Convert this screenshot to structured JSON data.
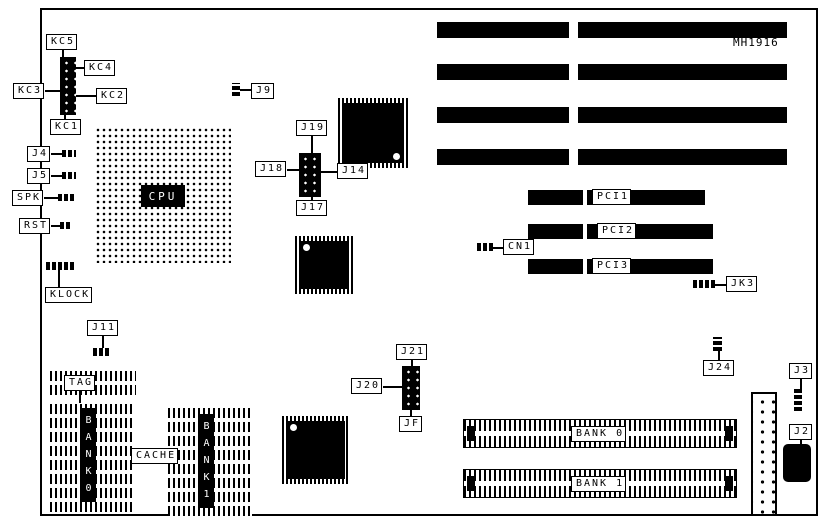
{
  "colors": {
    "ink": "#000000",
    "paper": "#ffffff"
  },
  "board": {
    "part_number": "MH1916",
    "cpu": "CPU",
    "tag": "TAG",
    "cache": "CACHE"
  },
  "labels": {
    "kc5": "KC5",
    "kc4": "KC4",
    "kc3": "KC3",
    "kc2": "KC2",
    "kc1": "KC1",
    "j4": "J4",
    "j5": "J5",
    "spk": "SPK",
    "rst": "RST",
    "klock": "KLOCK",
    "j9": "J9",
    "j19": "J19",
    "j18": "J18",
    "j14": "J14",
    "j17": "J17",
    "j11": "J11",
    "j21": "J21",
    "j20": "J20",
    "jf": "JF",
    "cn1": "CN1",
    "jk3": "JK3",
    "j24": "J24",
    "j3": "J3",
    "j2": "J2"
  },
  "slots": {
    "pci1": "PCI1",
    "pci2": "PCI2",
    "pci3": "PCI3",
    "mem_bank0": "BANK 0",
    "mem_bank1": "BANK 1",
    "cache_bank0": "BANK0",
    "cache_bank1": "BANK1"
  }
}
